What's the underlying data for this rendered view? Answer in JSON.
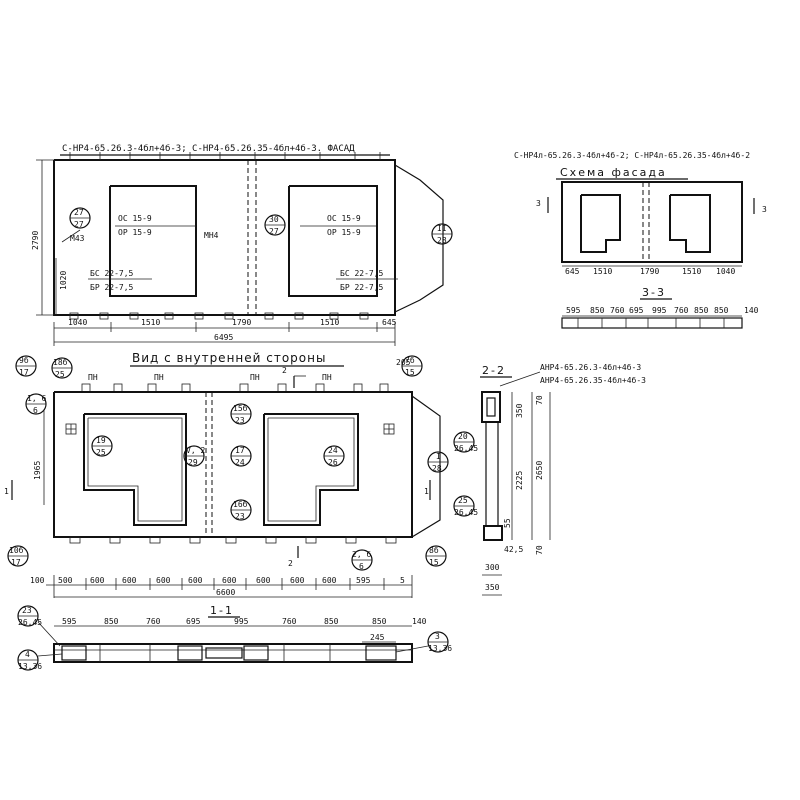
{
  "facade": {
    "title": "С-НР4-65.26.3-4бл+4б-3; С-НР4-65.26.35-4бл+4б-3. ФАСАД",
    "height": "2790",
    "sub_height": "1020",
    "total": "6495",
    "dims": [
      "1040",
      "1510",
      "1790",
      "1510",
      "645"
    ],
    "door_a": "ОС 15-9",
    "door_b": "ОР 15-9",
    "block_a": "БС 22-7,5",
    "block_b": "БР 22-7,5",
    "m43": "М43",
    "mn4": "МН4",
    "c1": [
      "27",
      "27"
    ],
    "c2": [
      "30",
      "27"
    ],
    "c3": [
      "II",
      "28"
    ]
  },
  "schema": {
    "title": "С-НР4л-65.26.3-4бл+4б-2; С-НР4л-65.26.35-4бл+4б-2",
    "sub": "Схема фасада",
    "dims": [
      "645",
      "1510",
      "1790",
      "1510",
      "1040"
    ],
    "sec_label": "3",
    "sec3_title": "3-3",
    "sec3_dims": [
      "595",
      "850",
      "760",
      "695",
      "995",
      "760",
      "850",
      "850",
      "140"
    ]
  },
  "inner": {
    "title": "Вид с внутренней стороны",
    "pn": "ПН",
    "dim205": "205",
    "dim1965": "1965",
    "marker1": "1",
    "marker2": "2",
    "c": [
      [
        "9б",
        "17"
      ],
      [
        "18б",
        "25"
      ],
      [
        "1, 6",
        "6"
      ],
      [
        "19",
        "25"
      ],
      [
        "15б",
        "23"
      ],
      [
        "17",
        "24"
      ],
      [
        "V, 2",
        "29"
      ],
      [
        "16б",
        "23"
      ],
      [
        "24",
        "26"
      ],
      [
        "7б",
        "15"
      ],
      [
        "I",
        "28"
      ],
      [
        "10б",
        "17"
      ],
      [
        "2, б",
        "6"
      ],
      [
        "8б",
        "15"
      ]
    ],
    "dims": [
      "100",
      "500",
      "600",
      "600",
      "600",
      "600",
      "600",
      "600",
      "600",
      "600",
      "595",
      "5"
    ],
    "total": "6600"
  },
  "sec22": {
    "title": "2-2",
    "ref1": "АНР4-65.26.3-4бл+4б-3",
    "ref2": "АНР4-65.26.35-4бл+4б-3",
    "d": [
      "350",
      "2225",
      "2650",
      "70",
      "70",
      "55",
      "42,5",
      "300",
      "350"
    ],
    "c": [
      [
        "20",
        "26,45"
      ],
      [
        "25",
        "26,45"
      ]
    ]
  },
  "sec11": {
    "title": "1-1",
    "dims": [
      "595",
      "850",
      "760",
      "695",
      "995",
      "760",
      "850",
      "850",
      "140"
    ],
    "d245": "245",
    "c": [
      [
        "23",
        "26,45"
      ],
      [
        "4",
        "13,36"
      ],
      [
        "3",
        "13,36"
      ]
    ]
  }
}
